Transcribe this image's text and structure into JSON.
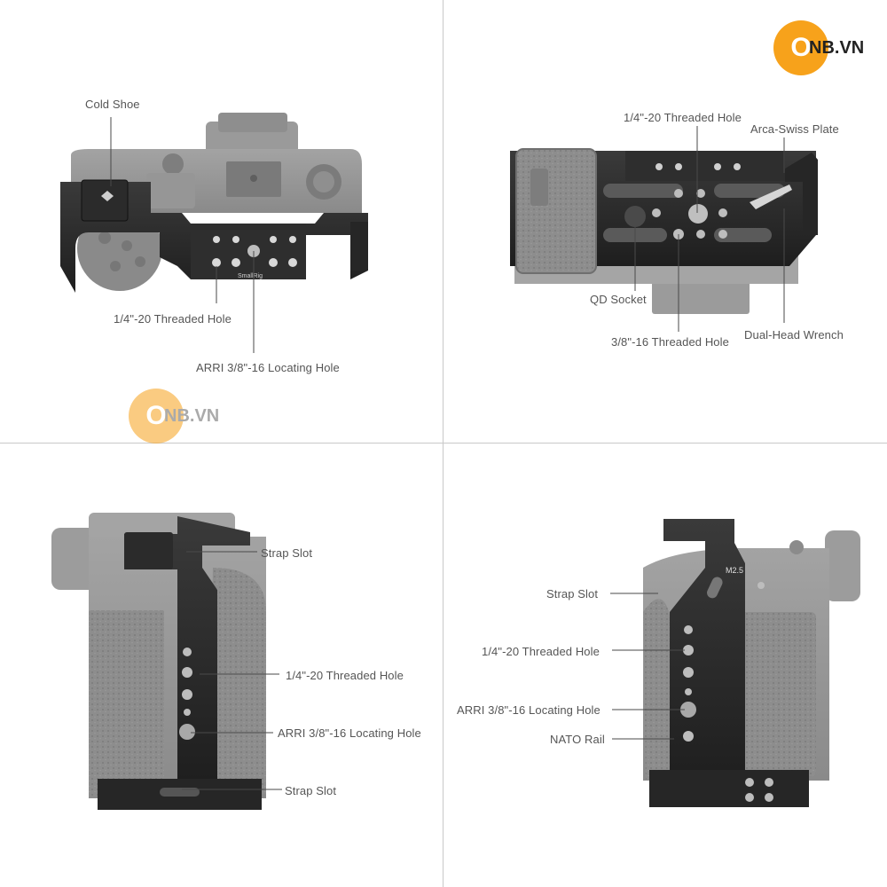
{
  "brand": {
    "logo_letter": "O",
    "logo_text": "NB.VN",
    "accent": "#f7a21b",
    "accent_faded": "#fbd59a"
  },
  "engraving": {
    "smallrig": "SmallRig",
    "m25": "M2.5"
  },
  "panel_top_left": {
    "cold_shoe": "Cold Shoe",
    "threaded_hole": "1/4\"-20 Threaded Hole",
    "arri_hole": "ARRI 3/8\"-16 Locating Hole"
  },
  "panel_top_right": {
    "threaded_hole": "1/4\"-20 Threaded Hole",
    "arca_plate": "Arca-Swiss Plate",
    "qd_socket": "QD Socket",
    "threaded_hole_38": "3/8\"-16 Threaded Hole",
    "wrench": "Dual-Head Wrench"
  },
  "panel_bottom_left": {
    "strap_slot_top": "Strap Slot",
    "threaded_hole": "1/4\"-20 Threaded Hole",
    "arri_hole": "ARRI 3/8\"-16 Locating Hole",
    "strap_slot_bottom": "Strap Slot"
  },
  "panel_bottom_right": {
    "strap_slot": "Strap Slot",
    "threaded_hole": "1/4\"-20 Threaded Hole",
    "arri_hole": "ARRI 3/8\"-16 Locating Hole",
    "nato_rail": "NATO Rail"
  }
}
